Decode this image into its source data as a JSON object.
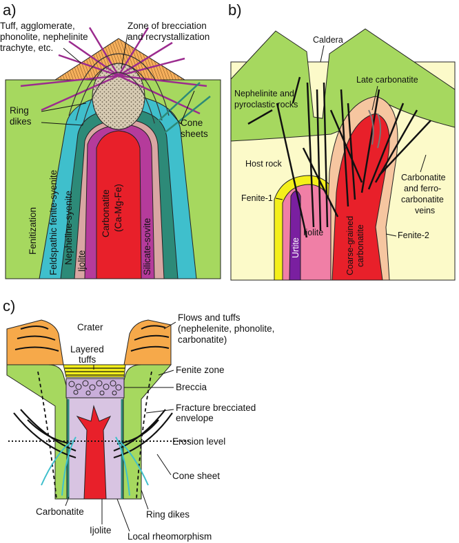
{
  "panel_a": {
    "letter": "a)",
    "tuff_label": [
      "Tuff, agglomerate,",
      "phonolite, nephelinite",
      "trachyte, etc."
    ],
    "brecciation_label": [
      "Zone of brecciation",
      "and recrystallization"
    ],
    "ring_dikes_label": [
      "Ring",
      "dikes"
    ],
    "cone_sheets_label": [
      "Cone",
      "sheets"
    ],
    "fenitization": "Fenitization",
    "feldspathic": "Feldspathic fenite-syenite",
    "nepheline_syenite": "Nepheline-syenite",
    "ijolite": "Ijolite",
    "carbonatite": [
      "Carbonatite",
      "(Ca-Mg-Fe)"
    ],
    "silicate_sovite": "Silicate-sovite"
  },
  "panel_b": {
    "letter": "b)",
    "caldera": "Caldera",
    "late_carbonatite": "Late carbonatite",
    "nephelinite": [
      "Nephelinite and",
      "pyroclastic rocks"
    ],
    "host_rock": "Host rock",
    "veins": [
      "Carbonatite",
      "and ferro-",
      "carbonatite",
      "veins"
    ],
    "fenite1": "Fenite-1",
    "fenite2": "Fenite-2",
    "ijolite": "Ijolite",
    "urtite": "Urtite",
    "coarse": [
      "Coarse-grained",
      "carbonatite"
    ]
  },
  "panel_c": {
    "letter": "c)",
    "crater": "Crater",
    "flows": [
      "Flows and tuffs",
      "(nephelenite, phonolite,",
      "carbonatite)"
    ],
    "layered": [
      "Layered",
      "tuffs"
    ],
    "fenite_zone": "Fenite zone",
    "breccia": "Breccia",
    "fracture": [
      "Fracture brecciated",
      "envelope"
    ],
    "erosion": "Erosion level",
    "cone_sheet": "Cone sheet",
    "ring_dikes": "Ring dikes",
    "carbonatite": "Carbonatite",
    "ijolite": "Ijolite",
    "rheomorphism": "Local rheomorphism"
  },
  "colors": {
    "green": "#a6d85f",
    "pale_yellow": "#fcfac9",
    "orange": "#f6a94a",
    "red": "#e8202a",
    "pink": "#f07fa6",
    "purple": "#b53b9b",
    "teal": "#2d8a78",
    "cyan": "#3fbfcc",
    "tan": "#d9a6a3",
    "lilac": "#c9aeda",
    "yellow": "#f4ef1b"
  }
}
